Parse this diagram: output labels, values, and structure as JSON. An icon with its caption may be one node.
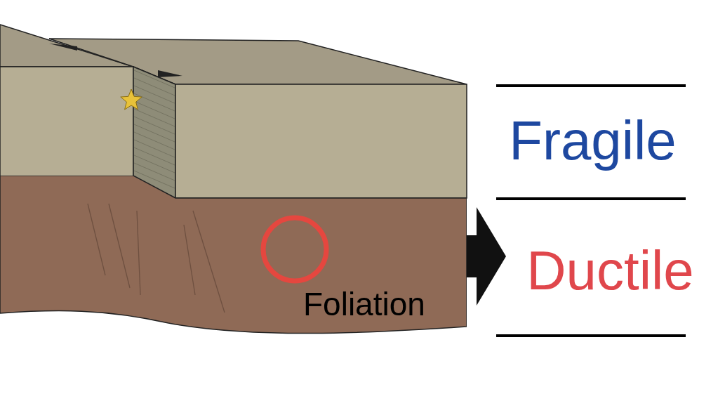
{
  "diagram": {
    "nodes": [
      {
        "text": [
          "Fragile"
        ]
      },
      {
        "text": [
          "Ductile"
        ]
      },
      {
        "text": [],
        "shape": "box"
      }
    ],
    "edges": [
      {
        "from": 2,
        "to": 1,
        "arrow": "to"
      }
    ],
    "labels": [
      "Foliation"
    ]
  }
}
